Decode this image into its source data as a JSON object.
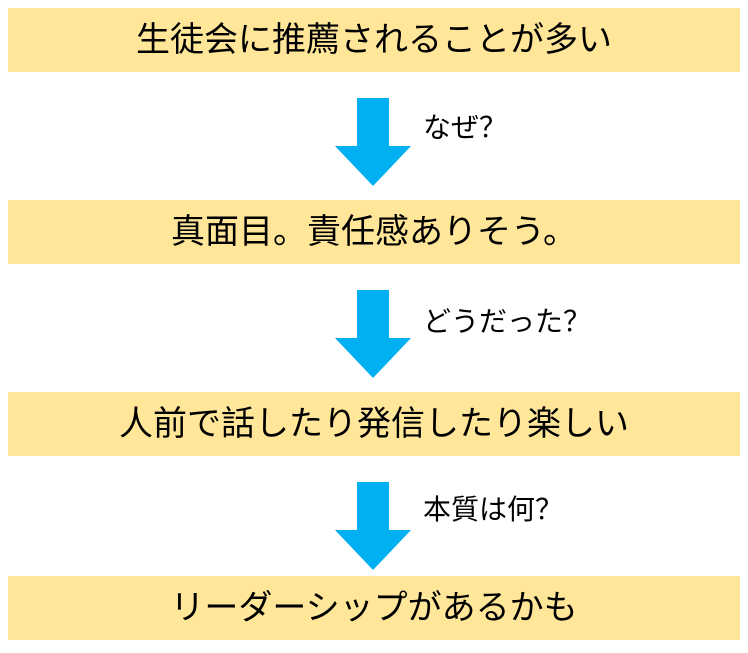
{
  "steps": [
    "生徒会に推薦されることが多い",
    "真面目。責任感ありそう。",
    "人前で話したり発信したり楽しい",
    "リーダーシップがあるかも"
  ],
  "questions": [
    "なぜ？",
    "どうだった？",
    "本質は何？"
  ],
  "colors": {
    "box_fill": "#ffe699",
    "arrow_fill": "#00b0f0"
  }
}
